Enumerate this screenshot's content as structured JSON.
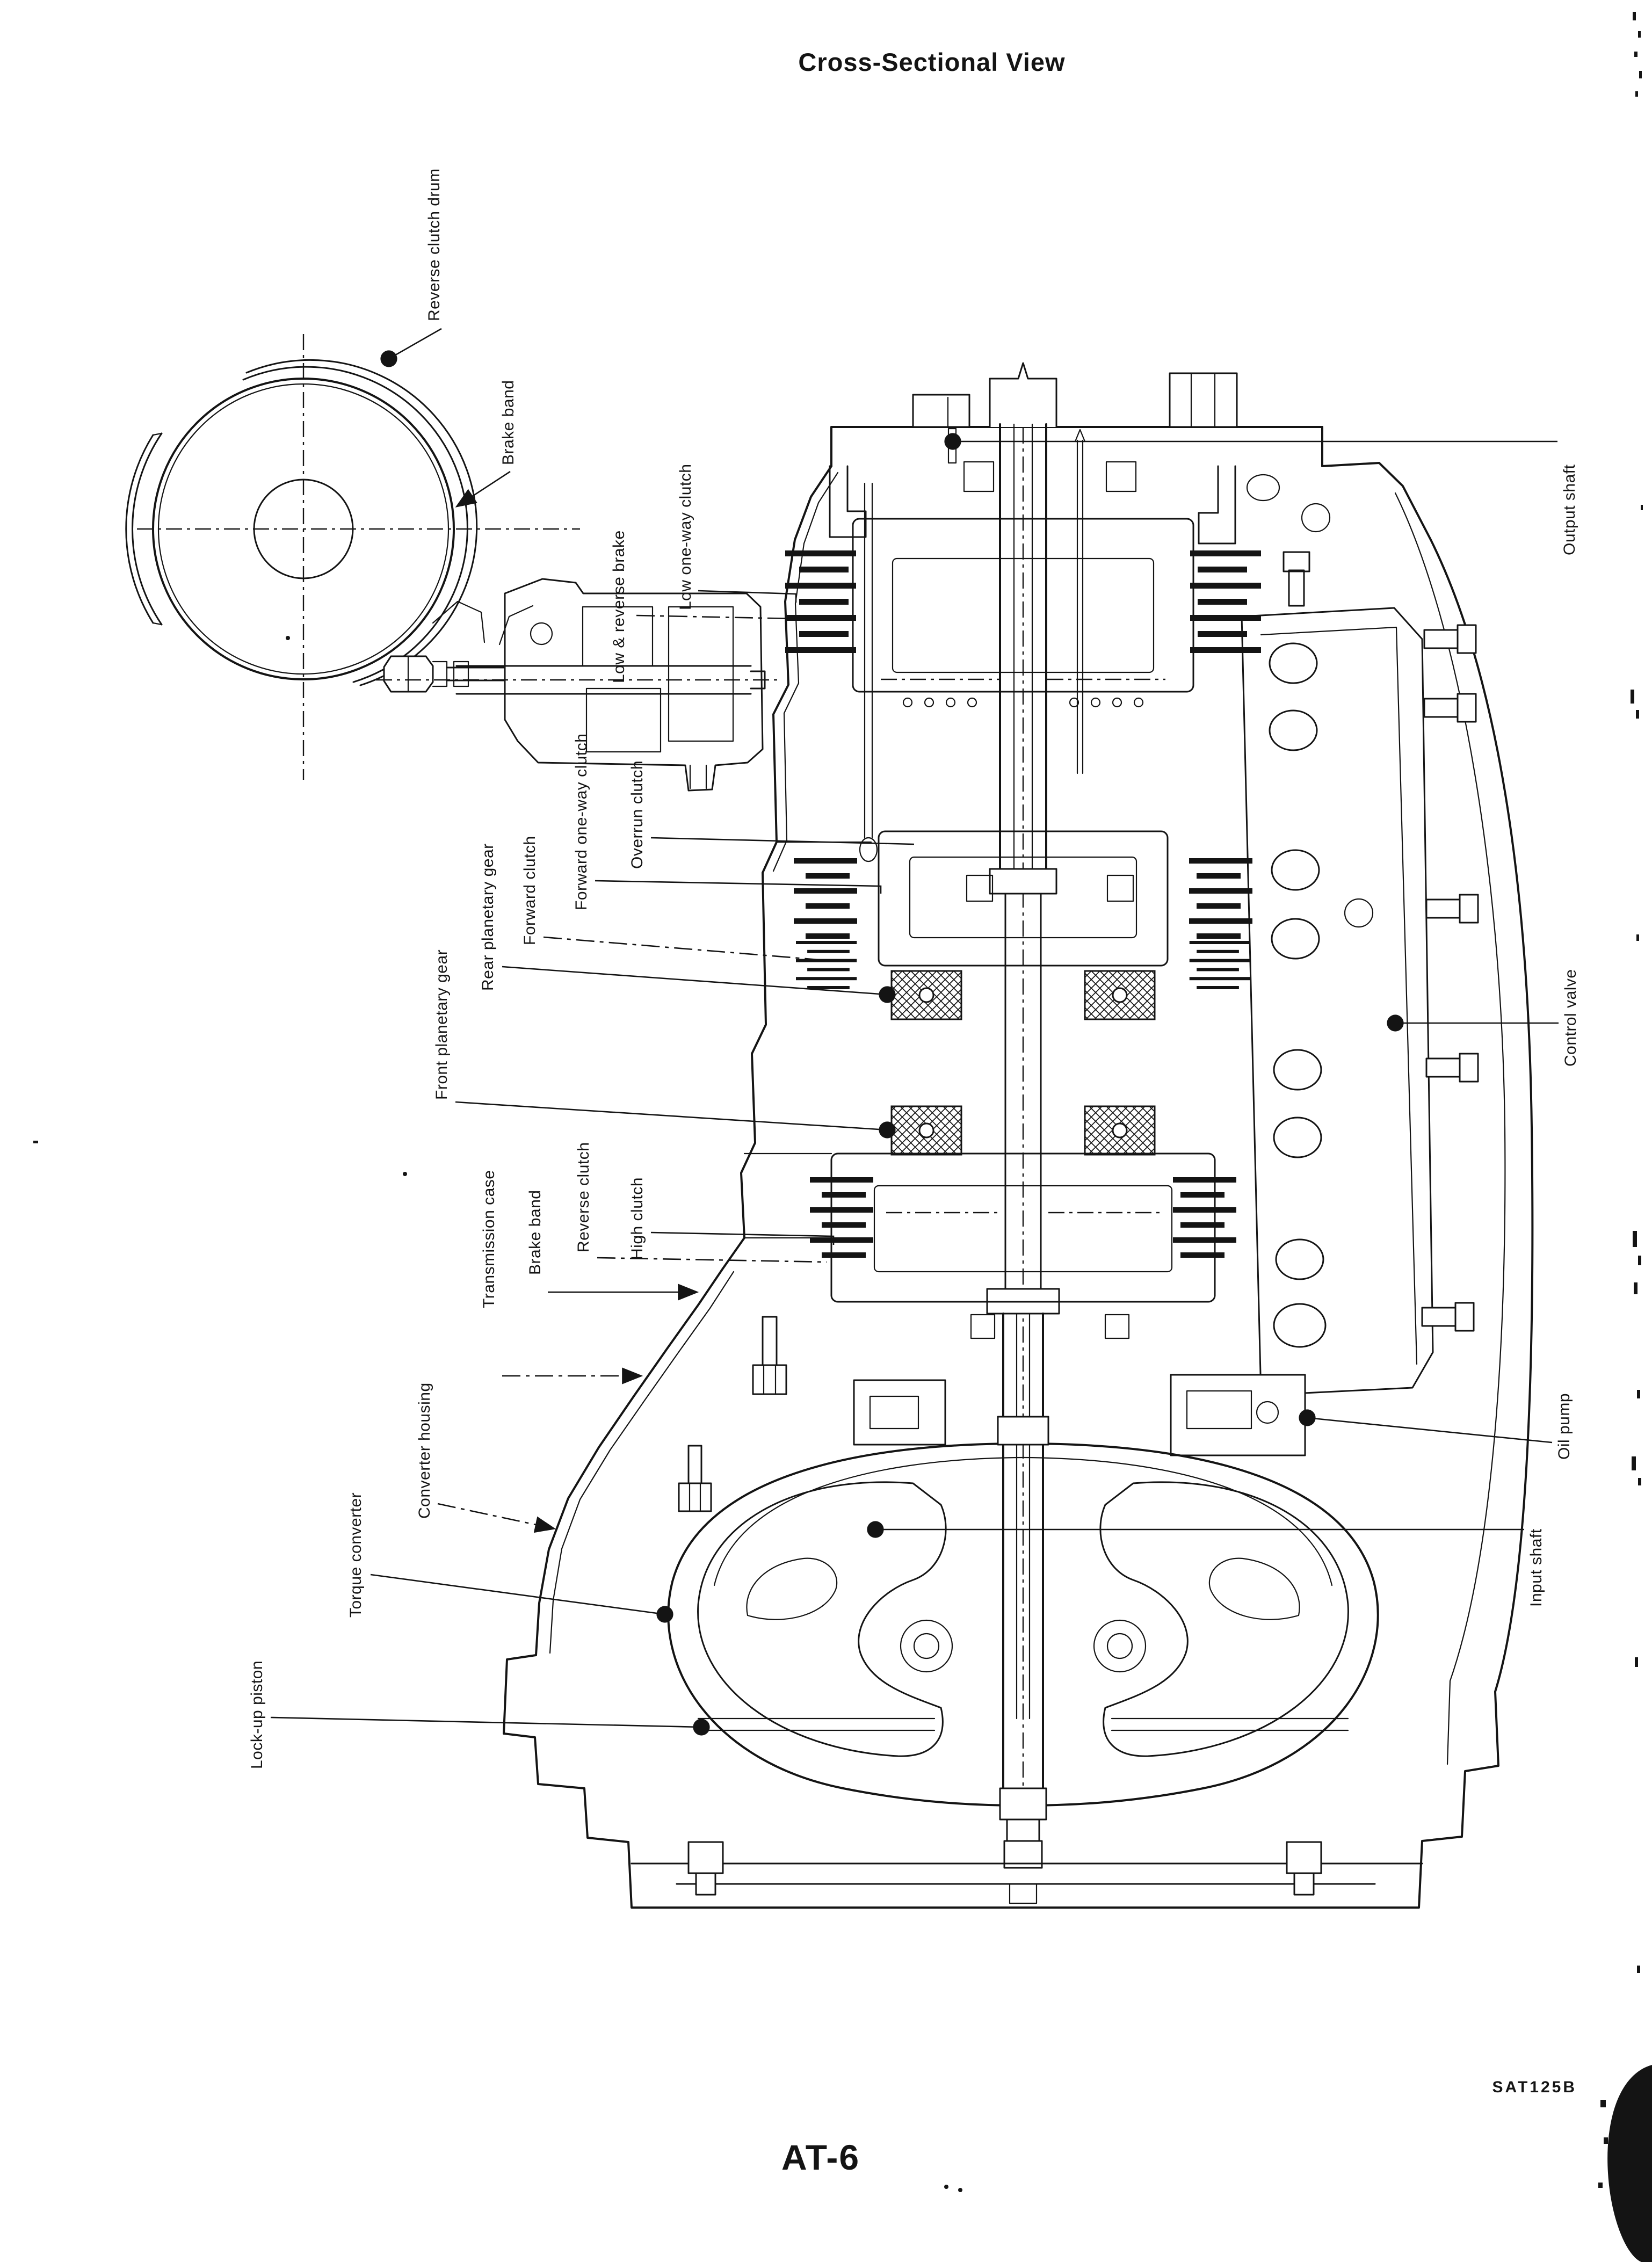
{
  "page": {
    "title": "Cross-Sectional View",
    "figure_code": "SAT125B",
    "page_number": "AT-6"
  },
  "colors": {
    "ink": "#141414",
    "paper": "#ffffff"
  },
  "figure": {
    "type": "transmission-cross-section",
    "orientation": "rotated-90-degrees"
  },
  "inset": {
    "labels": {
      "reverse_clutch_drum": "Reverse clutch drum",
      "brake_band": "Brake band"
    }
  },
  "diagram": {
    "labels": {
      "low_reverse_brake": "Low & reverse brake",
      "low_one_way_clutch": "Low one-way clutch",
      "forward_one_way_clutch": "Forward one-way clutch",
      "overrun_clutch": "Overrun clutch",
      "forward_clutch": "Forward clutch",
      "rear_planetary_gear": "Rear planetary gear",
      "front_planetary_gear": "Front planetary gear",
      "high_clutch": "High clutch",
      "reverse_clutch": "Reverse clutch",
      "brake_band": "Brake band",
      "transmission_case": "Transmission case",
      "converter_housing": "Converter housing",
      "torque_converter": "Torque converter",
      "lock_up_piston": "Lock-up piston",
      "output_shaft": "Output shaft",
      "control_valve": "Control valve",
      "oil_pump": "Oil pump",
      "input_shaft": "Input shaft"
    }
  }
}
